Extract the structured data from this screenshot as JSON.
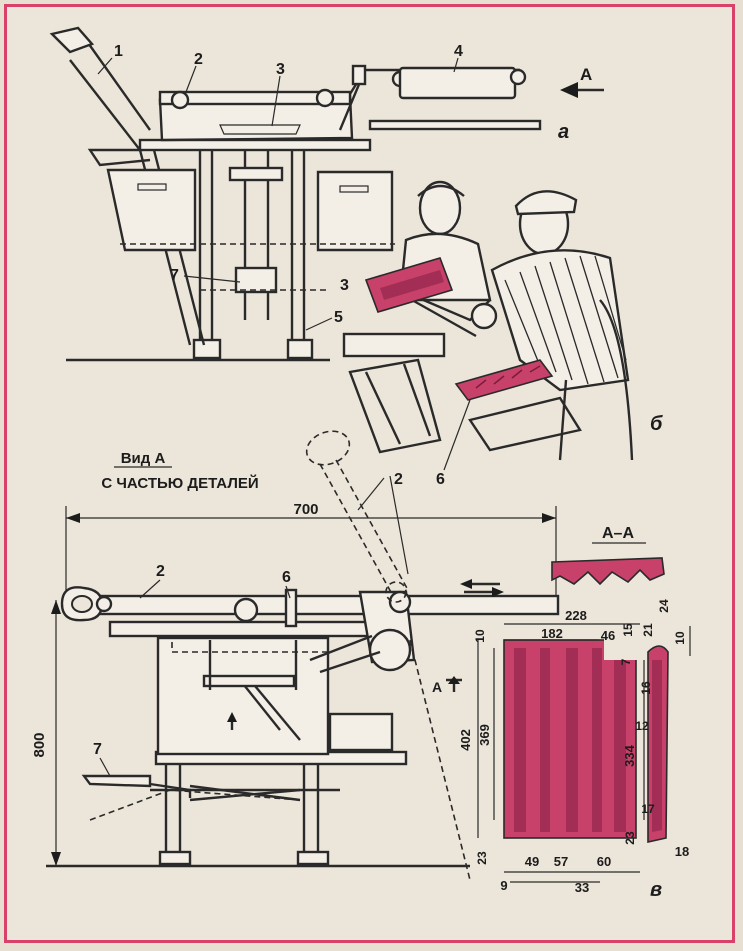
{
  "labels": {
    "part1": "1",
    "part2": "2",
    "part3": "3",
    "part4": "4",
    "part5": "5",
    "part6": "6",
    "part7": "7",
    "arrow_a": "A",
    "sub_a": "а",
    "sub_b": "б",
    "sub_v": "в",
    "view_a_line1": "Вид А",
    "view_a_line2": "С ЧАСТЬЮ ДЕТАЛЕЙ",
    "section": "А–А",
    "section_mark": "А"
  },
  "figure_b": {
    "part3": "3",
    "part6": "6"
  },
  "figure_view": {
    "part2": "2",
    "part6": "6",
    "part7": "7",
    "part2_upper": "2"
  },
  "dimensions": {
    "width_700": "700",
    "height_800": "800",
    "d228": "228",
    "d182": "182",
    "d46": "46",
    "d15": "15",
    "d21": "21",
    "d24": "24",
    "d10a": "10",
    "d10b": "10",
    "d7": "7",
    "d16": "16",
    "d12": "12",
    "d402": "402",
    "d369": "369",
    "d334": "334",
    "d17": "17",
    "d23a": "23",
    "d23b": "23",
    "d18": "18",
    "d9": "9",
    "d49": "49",
    "d57": "57",
    "d60": "60",
    "d33": "33"
  },
  "colors": {
    "frame": "#d8426a",
    "tile": "#c8416a",
    "ink": "#2a2a2a",
    "paper": "#ece5d9"
  }
}
